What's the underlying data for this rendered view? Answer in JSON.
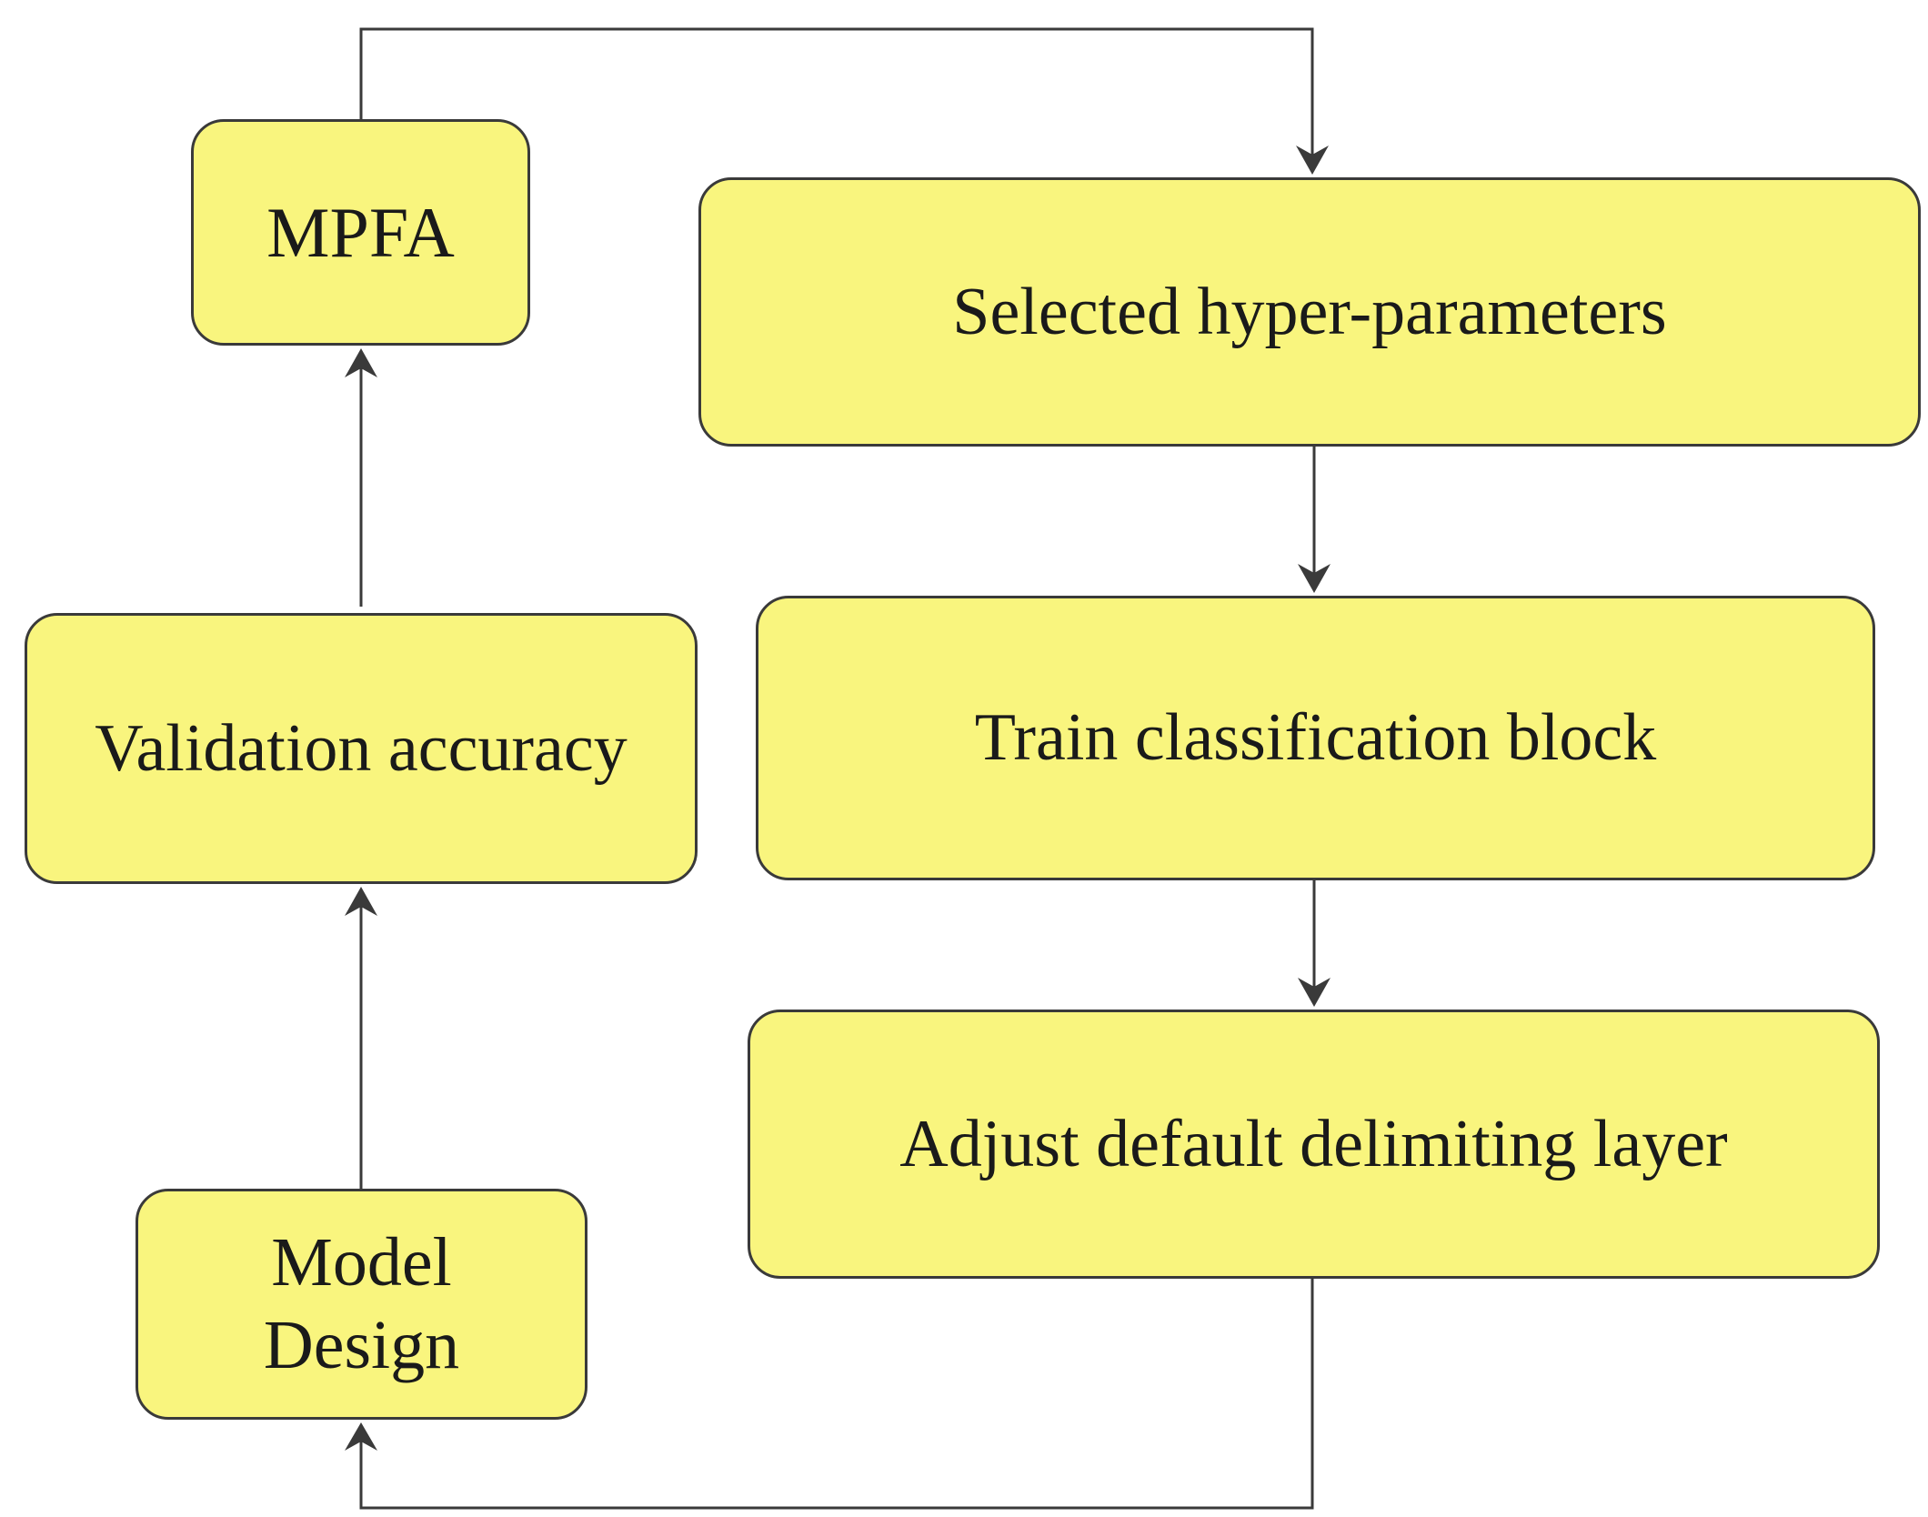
{
  "nodes": {
    "mpfa": "MPFA",
    "selected_hyperparameters": "Selected hyper-parameters",
    "validation_accuracy": "Validation accuracy",
    "train_classification_block": "Train classification block",
    "model_design": "Model\nDesign",
    "adjust_default_delimiting_layer": "Adjust default delimiting layer"
  },
  "colors": {
    "node_fill": "#f9f57e",
    "node_border": "#3a3a3a",
    "connector": "#3a3a3a"
  }
}
